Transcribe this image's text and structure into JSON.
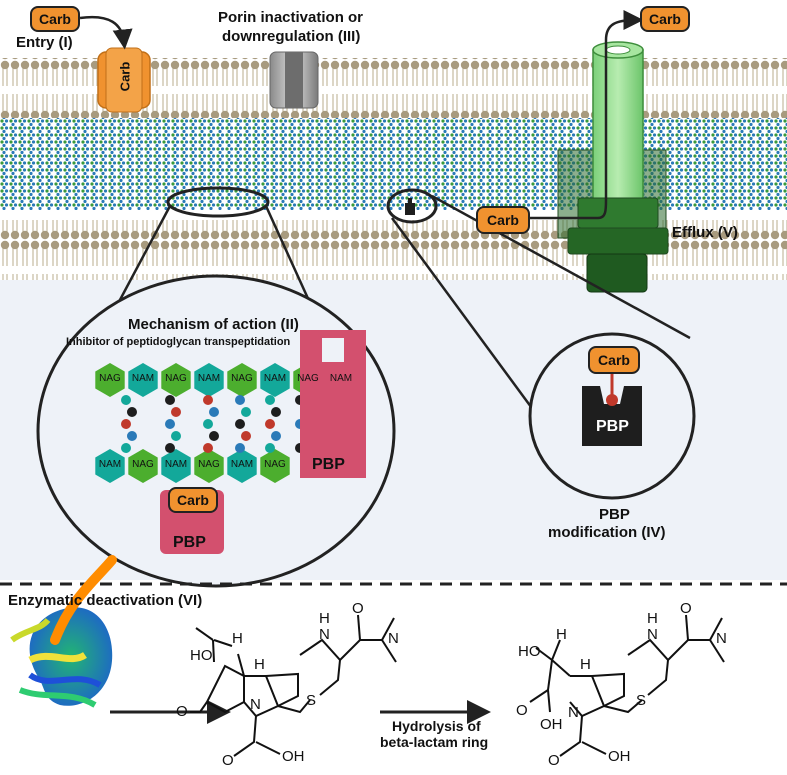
{
  "labels": {
    "carb": "Carb",
    "entry": "Entry (I)",
    "porin_line1": "Porin inactivation or",
    "porin_line2": "downregulation (III)",
    "efflux": "Efflux (V)",
    "moa_title": "Mechanism of action (II)",
    "moa_subtitle": "Inhibitor of peptidoglycan transpeptidation",
    "nag": "NAG",
    "nam": "NAM",
    "pbp": "PBP",
    "pbp_mod_line1": "PBP",
    "pbp_mod_line2": "modification (IV)",
    "enzymatic": "Enzymatic deactivation (VI)",
    "hydrolysis_line1": "Hydrolysis of",
    "hydrolysis_line2": "beta-lactam ring",
    "chem_ho": "HO",
    "chem_h": "H",
    "chem_n": "N",
    "chem_s": "S",
    "chem_o": "O",
    "chem_oh": "OH",
    "chem_nh": "N",
    "chem_h_nh": "H"
  },
  "colors": {
    "carb_fill": "#f0922f",
    "lipid_head": "#a89b7f",
    "lipid_tail": "#c9bfa8",
    "pg_green": "#3a9a3c",
    "pg_blue": "#2a7ab8",
    "nag_fill": "#4cae2e",
    "nam_fill": "#13a89a",
    "pbp_pink": "#d3506e",
    "pbp_dark": "#1e1e1e",
    "efflux_light": "#8fd98a",
    "efflux_dark": "#2e6b30",
    "panel_bg": "#eef2f8"
  },
  "icons": [
    "porin-channel-icon",
    "efflux-pump-icon",
    "enzyme-ribbon-icon"
  ]
}
